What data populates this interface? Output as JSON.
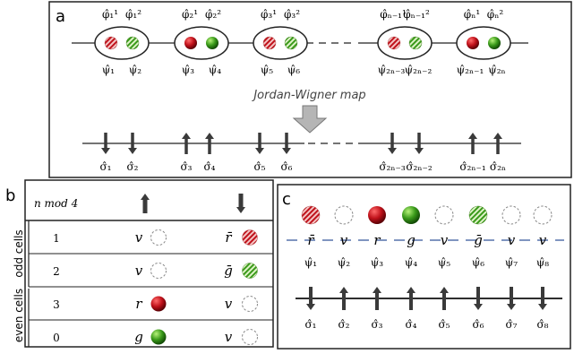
{
  "panel_a": {
    "label": "a",
    "map_label": "Jordan-Wigner map",
    "top_labels": [
      [
        "φ̂₁¹",
        "φ̂₁²"
      ],
      [
        "φ̂₂¹",
        "φ̂₂²"
      ],
      [
        "φ̂₃¹",
        "φ̂₃²"
      ],
      [
        "φ̂ₙ₋₁¹",
        "φ̂ₙ₋₁²"
      ],
      [
        "φ̂ₙ¹",
        "φ̂ₙ²"
      ]
    ],
    "bottom_labels": [
      [
        "ψ̂₁",
        "ψ̂₂"
      ],
      [
        "ψ̂₃",
        "ψ̂₄"
      ],
      [
        "ψ̂₅",
        "ψ̂₆"
      ],
      [
        "ψ̂₂ₙ₋₃",
        "ψ̂₂ₙ₋₂"
      ],
      [
        "ψ̂₂ₙ₋₁",
        "ψ̂₂ₙ"
      ]
    ],
    "sigma_labels": [
      "σ̂₁",
      "σ̂₂",
      "σ̂₃",
      "σ̂₄",
      "σ̂₅",
      "σ̂₆",
      "σ̂₂ₙ₋₃",
      "σ̂₂ₙ₋₂",
      "σ̂₂ₙ₋₁",
      "σ̂₂ₙ"
    ]
  },
  "panel_b": {
    "label": "b",
    "header": "n mod 4",
    "rows": [
      {
        "n": "1",
        "up": "v",
        "down": "r̄"
      },
      {
        "n": "2",
        "up": "v",
        "down": "ḡ"
      },
      {
        "n": "3",
        "up": "r",
        "down": "v"
      },
      {
        "n": "0",
        "up": "g",
        "down": "v"
      }
    ],
    "odd_label": "odd cells",
    "even_label": "even cells"
  },
  "panel_c": {
    "label": "c",
    "letters": [
      "r̄",
      "v",
      "r",
      "g",
      "v",
      "ḡ",
      "v",
      "v"
    ],
    "psi_labels": [
      "ψ̂₁",
      "ψ̂₂",
      "ψ̂₃",
      "ψ̂₄",
      "ψ̂₅",
      "ψ̂₆",
      "ψ̂₇",
      "ψ̂₈"
    ],
    "sigma_labels": [
      "σ̂₁",
      "σ̂₂",
      "σ̂₃",
      "σ̂₄",
      "σ̂₅",
      "σ̂₆",
      "σ̂₇",
      "σ̂₈"
    ]
  },
  "colors": {
    "red": "#c0121b",
    "green": "#3a9a1a",
    "dashed_line": "#6f86b8"
  }
}
